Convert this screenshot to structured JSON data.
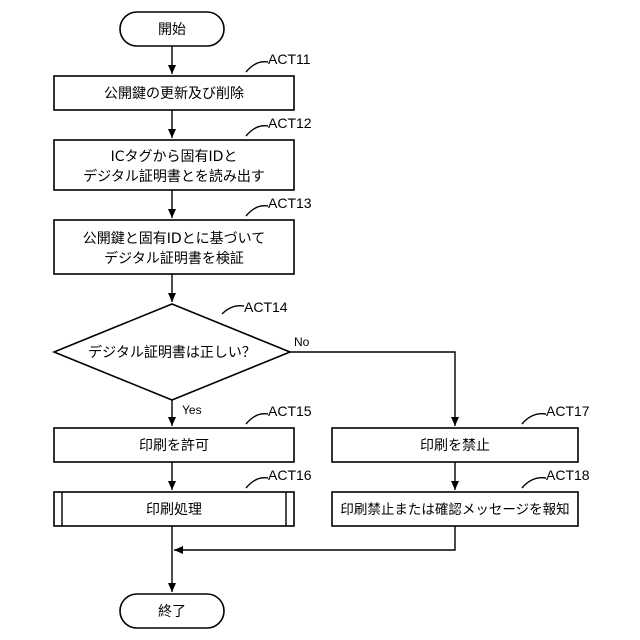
{
  "flowchart": {
    "start": "開始",
    "end": "終了",
    "steps": {
      "act11": {
        "tag": "ACT11",
        "lines": [
          "公開鍵の更新及び削除"
        ]
      },
      "act12": {
        "tag": "ACT12",
        "lines": [
          "ICタグから固有IDと",
          "デジタル証明書とを読み出す"
        ]
      },
      "act13": {
        "tag": "ACT13",
        "lines": [
          "公開鍵と固有IDとに基づいて",
          "デジタル証明書を検証"
        ]
      },
      "act14": {
        "tag": "ACT14",
        "lines": [
          "デジタル証明書は正しい？"
        ]
      },
      "act15": {
        "tag": "ACT15",
        "lines": [
          "印刷を許可"
        ]
      },
      "act16": {
        "tag": "ACT16",
        "lines": [
          "印刷処理"
        ]
      },
      "act17": {
        "tag": "ACT17",
        "lines": [
          "印刷を禁止"
        ]
      },
      "act18": {
        "tag": "ACT18",
        "lines": [
          "印刷禁止または確認メッセージを報知"
        ]
      }
    },
    "branch_yes": "Yes",
    "branch_no": "No"
  }
}
